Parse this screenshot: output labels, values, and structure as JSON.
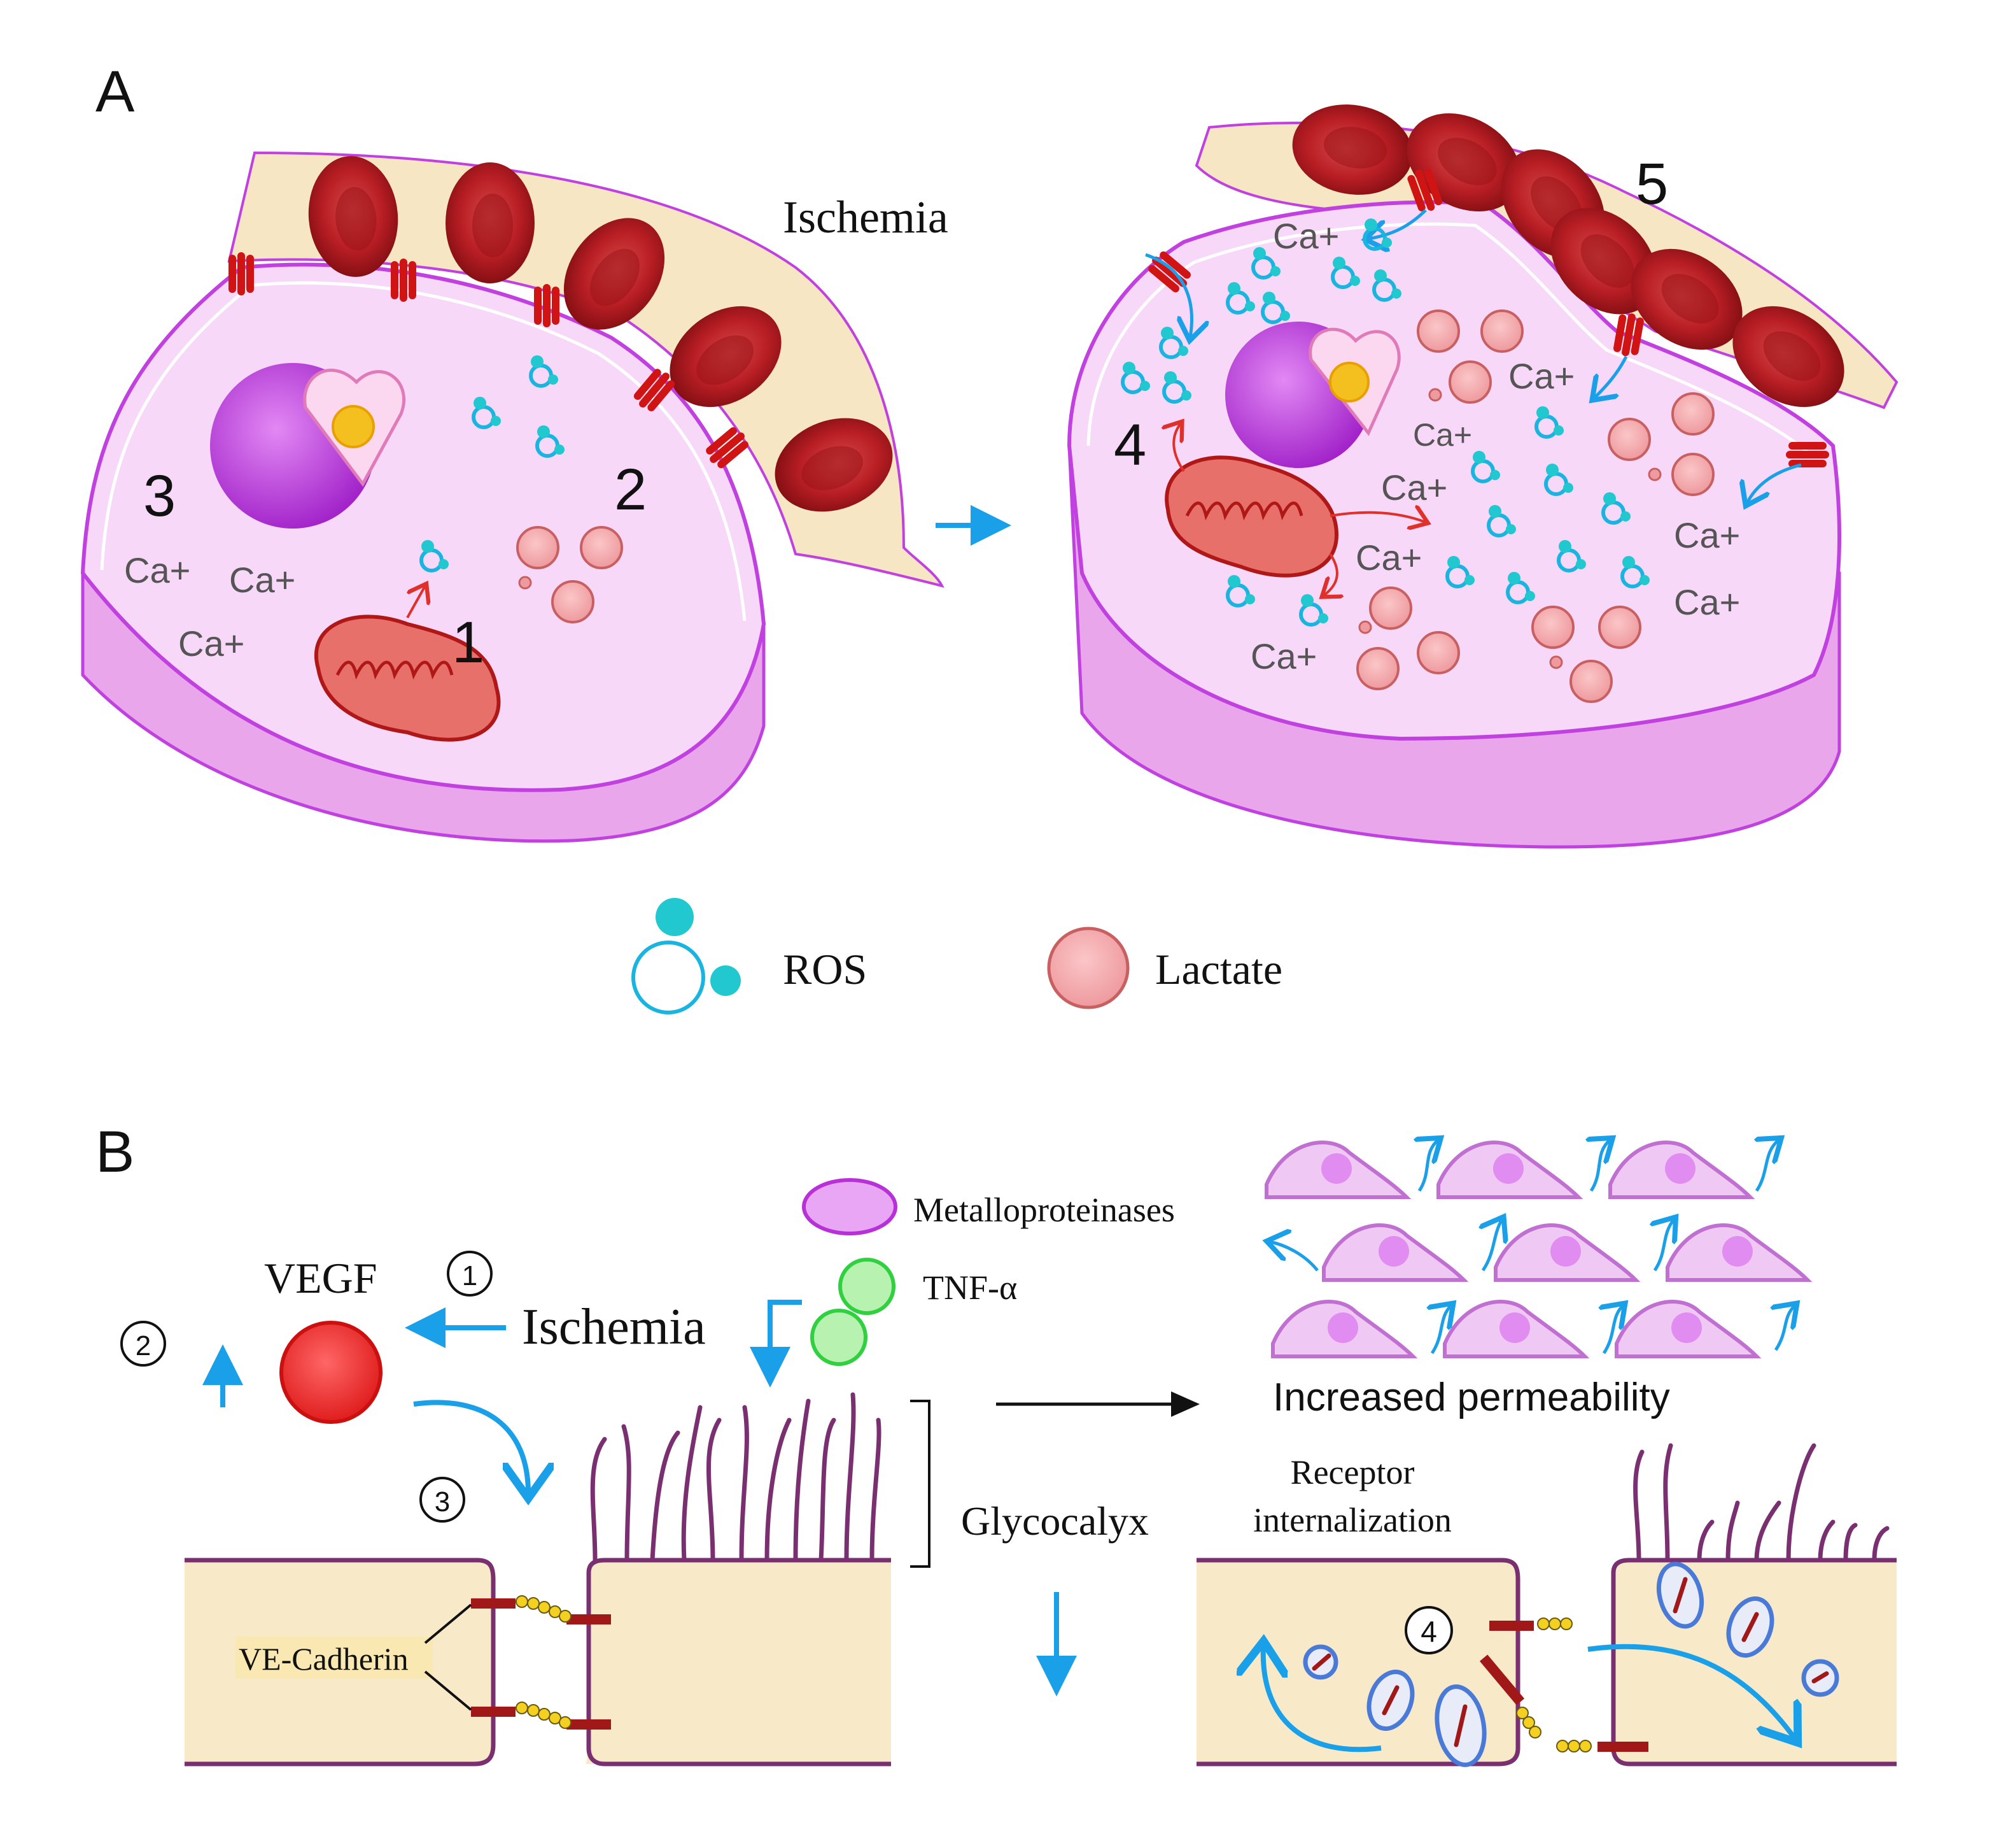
{
  "panel_a": {
    "label": "A",
    "ischemia_label": "Ischemia",
    "markers": {
      "m1": "1",
      "m2": "2",
      "m3": "3",
      "m4": "4",
      "m5": "5"
    },
    "calcium_label": "Ca+",
    "legend": {
      "ros": "ROS",
      "lactate": "Lactate"
    },
    "colors": {
      "cytoplasm": "#f8d8f8",
      "membrane": "#c040e0",
      "rbc": "#b81e24",
      "ros": "#22c8d0",
      "lactate": "#f4a4a8",
      "capillary": "#f7e6c4"
    }
  },
  "panel_b": {
    "label": "B",
    "metalloproteinases": "Metalloproteinases",
    "vegf": "VEGF",
    "tnf": "TNF-α",
    "ischemia_label": "Ischemia",
    "step1": "1",
    "step2": "2",
    "step3": "3",
    "step4": "4",
    "increased_permeability": "Increased permeability",
    "glycocalyx": "Glycocalyx",
    "receptor_internalization_line1": "Receptor",
    "receptor_internalization_line2": "internalization",
    "ve_cadherin": "VE-Cadherin",
    "colors": {
      "vegf": "#ee3030",
      "tnf": "#a8f0a0",
      "endothelium": "#f8eac8",
      "glycocalyx": "#7a3070",
      "arrow": "#1aa0e8"
    }
  }
}
